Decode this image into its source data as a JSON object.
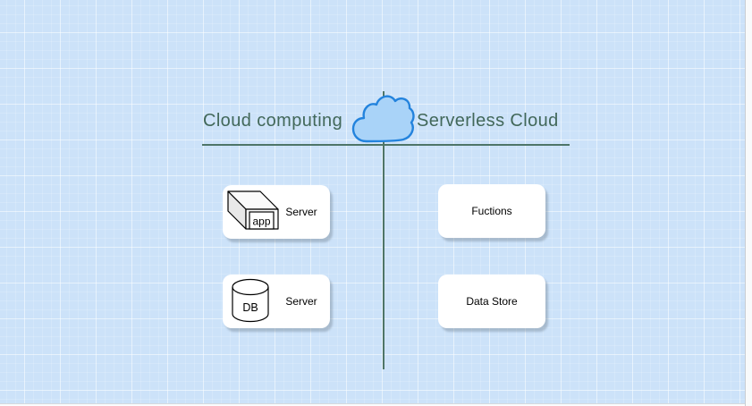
{
  "canvas": {
    "background_color": "#cce2f9",
    "grid_color": "#dfeafb",
    "divider_line_color": "#4e7568"
  },
  "header": {
    "left_title": "Cloud computing",
    "right_title": "Serverless Cloud",
    "title_color": "#42685a",
    "cloud_icon": {
      "fill": "#a9d3f8",
      "stroke": "#2383dd"
    }
  },
  "columns": {
    "cloud_computing": {
      "nodes": [
        {
          "label": "Server",
          "icon": "app-cube-icon",
          "icon_text": "app"
        },
        {
          "label": "Server",
          "icon": "database-cylinder-icon",
          "icon_text": "DB"
        }
      ]
    },
    "serverless_cloud": {
      "nodes": [
        {
          "label": "Fuctions"
        },
        {
          "label": "Data Store"
        }
      ]
    }
  },
  "node_style": {
    "fill": "#ffffff",
    "text_color": "#000000"
  }
}
